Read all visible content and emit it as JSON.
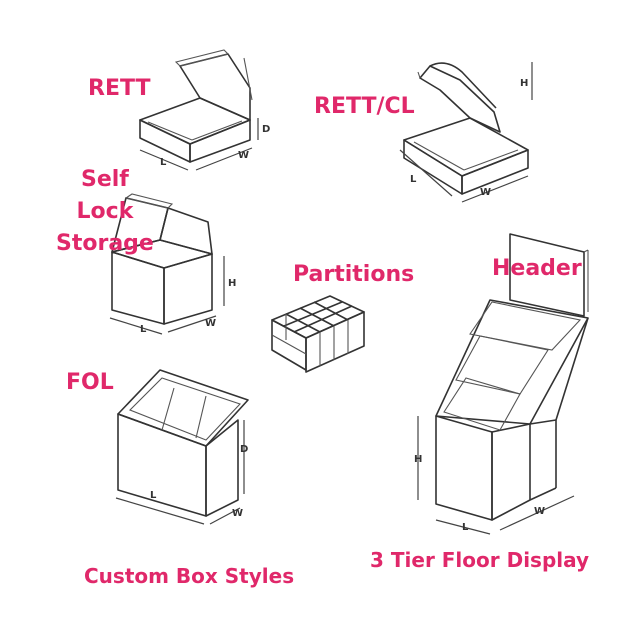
{
  "labels": {
    "rett": "RETT",
    "rett_cl": "RETT/CL",
    "self_lock": "Self\nLock\nStorage",
    "partitions": "Partitions",
    "header": "Header",
    "fol": "FOL",
    "custom_box_styles": "Custom Box Styles",
    "floor_display": "3 Tier Floor Display"
  },
  "dimension_letters": {
    "length": "L",
    "width": "W",
    "height": "H",
    "depth": "D"
  },
  "colors": {
    "label_accent": "#e0286a",
    "line": "#333333",
    "background": "#ffffff"
  }
}
